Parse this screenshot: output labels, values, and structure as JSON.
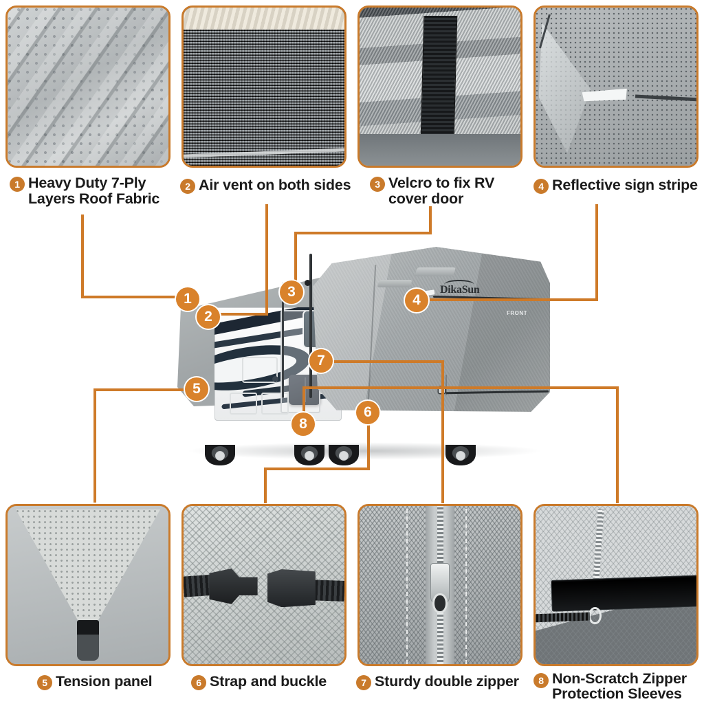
{
  "meta": {
    "accent_orange": "#C97A2B",
    "badge_orange": "#D9822B",
    "connector_orange": "#CE7A28",
    "text_color": "#1b1b1b",
    "background": "#ffffff"
  },
  "brand": {
    "logo_text": "DikaSun",
    "front_tag": "FRONT"
  },
  "features": [
    {
      "number": "1",
      "label": "Heavy Duty 7-Ply\nLayers Roof Fabric",
      "photo": "fabric-dotted-grey-folds"
    },
    {
      "number": "2",
      "label": "Air vent on both sides",
      "photo": "dark-mesh-vent-screen"
    },
    {
      "number": "3",
      "label": "Velcro to fix RV\ncover door",
      "photo": "black-velcro-strap-on-grey-fabric"
    },
    {
      "number": "4",
      "label": "Reflective sign stripe",
      "photo": "white-reflective-stripe-on-grey-fabric"
    },
    {
      "number": "5",
      "label": "Tension panel",
      "photo": "triangular-tension-panel-with-buckle"
    },
    {
      "number": "6",
      "label": "Strap and buckle",
      "photo": "black-side-release-buckle-and-webbing"
    },
    {
      "number": "7",
      "label": "Sturdy double zipper",
      "photo": "metal-zipper-slider-on-grey-fabric"
    },
    {
      "number": "8",
      "label": "Non-Scratch Zipper\nProtection Sleeves",
      "photo": "black-zipper-protection-sleeve-with-pull-ring"
    }
  ],
  "callouts": [
    {
      "number": "1"
    },
    {
      "number": "2"
    },
    {
      "number": "3"
    },
    {
      "number": "4"
    },
    {
      "number": "5"
    },
    {
      "number": "6"
    },
    {
      "number": "7"
    },
    {
      "number": "8"
    }
  ]
}
